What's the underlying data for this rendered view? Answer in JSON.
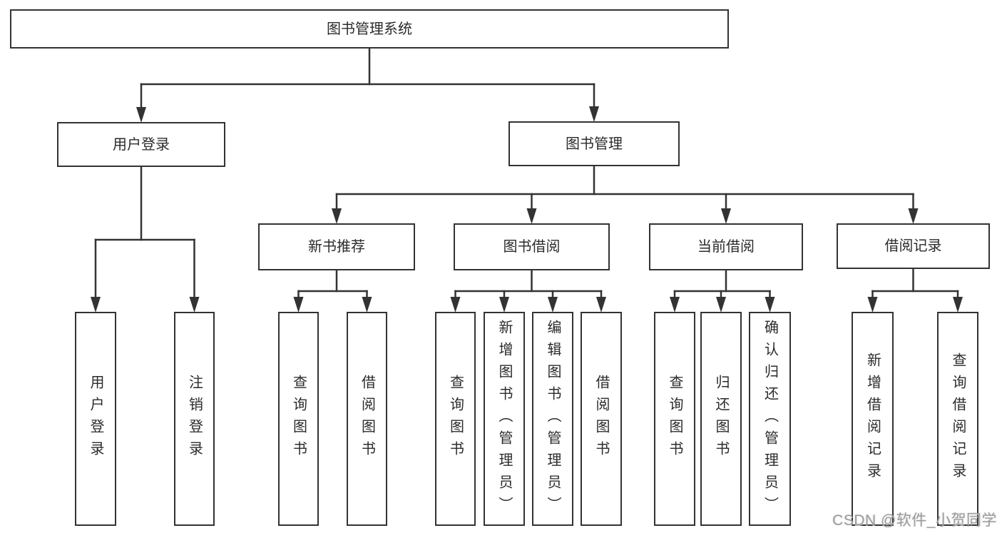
{
  "watermark": "CSDN @软件_小贺同学",
  "colors": {
    "line": "#333333",
    "text": "#2b2b2b",
    "background": "#ffffff",
    "watermark": "#9b9b9b"
  },
  "nodes": [
    {
      "id": "root",
      "label": "图书管理系统",
      "parent": null,
      "orientation": "horizontal"
    },
    {
      "id": "user-login",
      "label": "用户登录",
      "parent": "root",
      "orientation": "horizontal"
    },
    {
      "id": "book-mgmt",
      "label": "图书管理",
      "parent": "root",
      "orientation": "horizontal"
    },
    {
      "id": "new-book-rec",
      "label": "新书推荐",
      "parent": "book-mgmt",
      "orientation": "horizontal"
    },
    {
      "id": "book-borrow",
      "label": "图书借阅",
      "parent": "book-mgmt",
      "orientation": "horizontal"
    },
    {
      "id": "current-borrow",
      "label": "当前借阅",
      "parent": "book-mgmt",
      "orientation": "horizontal"
    },
    {
      "id": "borrow-records",
      "label": "借阅记录",
      "parent": "book-mgmt",
      "orientation": "horizontal"
    },
    {
      "id": "user-login-leaf",
      "label": "用户登录",
      "parent": "user-login",
      "orientation": "vertical"
    },
    {
      "id": "logout",
      "label": "注销登录",
      "parent": "user-login",
      "orientation": "vertical"
    },
    {
      "id": "rec-query-book",
      "label": "查询图书",
      "parent": "new-book-rec",
      "orientation": "vertical"
    },
    {
      "id": "rec-borrow-book",
      "label": "借阅图书",
      "parent": "new-book-rec",
      "orientation": "vertical"
    },
    {
      "id": "bb-query-book",
      "label": "查询图书",
      "parent": "book-borrow",
      "orientation": "vertical"
    },
    {
      "id": "bb-add-book",
      "label": "新增图书（管理员）",
      "parent": "book-borrow",
      "orientation": "vertical"
    },
    {
      "id": "bb-edit-book",
      "label": "编辑图书（管理员）",
      "parent": "book-borrow",
      "orientation": "vertical"
    },
    {
      "id": "bb-borrow-book",
      "label": "借阅图书",
      "parent": "book-borrow",
      "orientation": "vertical"
    },
    {
      "id": "cb-query-book",
      "label": "查询图书",
      "parent": "current-borrow",
      "orientation": "vertical"
    },
    {
      "id": "cb-return-book",
      "label": "归还图书",
      "parent": "current-borrow",
      "orientation": "vertical"
    },
    {
      "id": "cb-confirm-return",
      "label": "确认归还（管理员）",
      "parent": "current-borrow",
      "orientation": "vertical"
    },
    {
      "id": "br-add-record",
      "label": "新增借阅记录",
      "parent": "borrow-records",
      "orientation": "vertical"
    },
    {
      "id": "br-query-record",
      "label": "查询借阅记录",
      "parent": "borrow-records",
      "orientation": "vertical"
    }
  ]
}
